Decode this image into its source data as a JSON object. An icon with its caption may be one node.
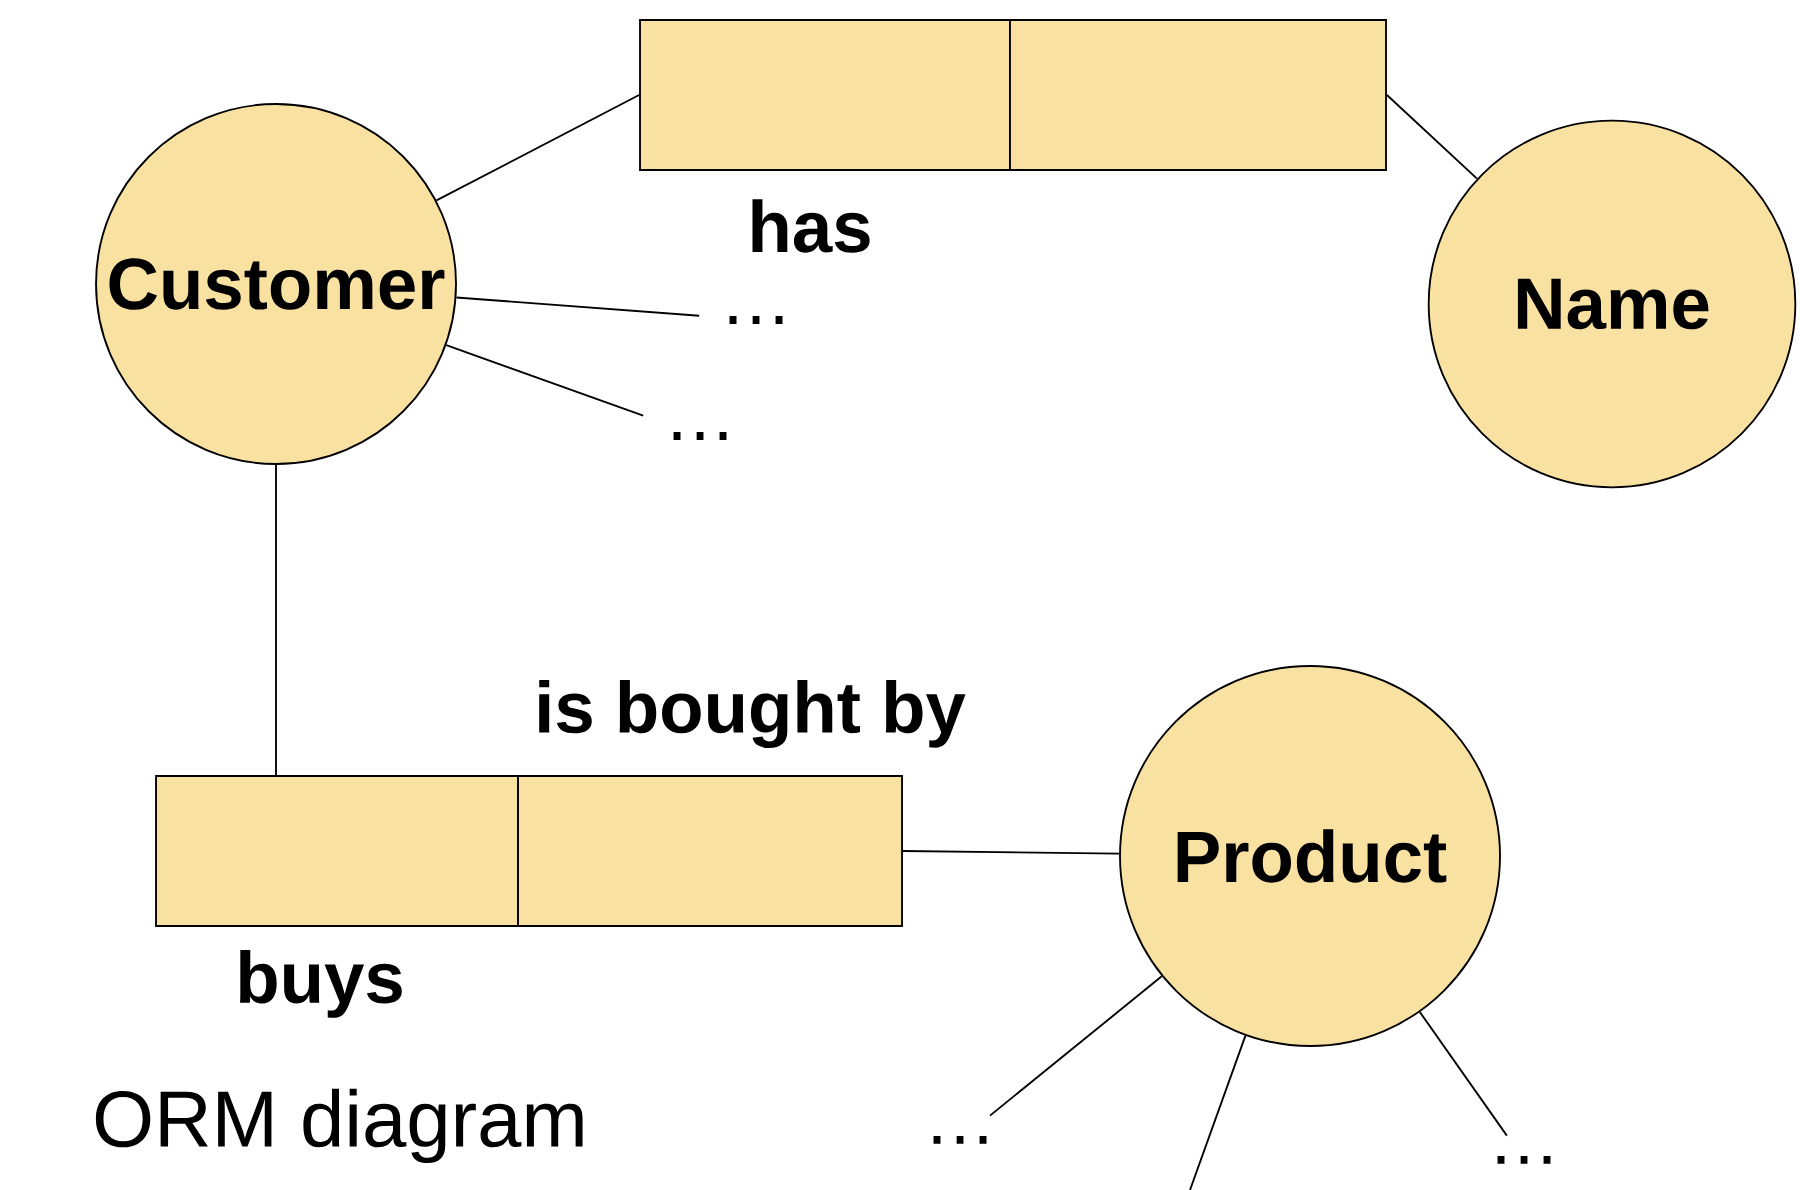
{
  "diagram": {
    "caption": "ORM diagram",
    "nodes": [
      {
        "text": [
          "Customer"
        ]
      },
      {
        "text": [],
        "shape": "box",
        "beside": [
          "has"
        ]
      },
      {
        "text": [],
        "shape": "box"
      },
      {
        "text": [
          "Name"
        ]
      },
      {
        "text": [
          "…"
        ]
      },
      {
        "text": [
          "…"
        ]
      },
      {
        "text": [],
        "shape": "box",
        "beside": [
          "buys"
        ]
      },
      {
        "text": [],
        "shape": "box",
        "beside": [
          "is bought by"
        ]
      },
      {
        "text": [
          "Product"
        ]
      },
      {
        "text": [
          "…"
        ]
      },
      {
        "text": [
          "…"
        ]
      }
    ],
    "edges": [
      {
        "from": 0,
        "to": 1,
        "arrow": "none"
      },
      {
        "from": 2,
        "to": 3,
        "arrow": "none"
      },
      {
        "from": 0,
        "to": 4,
        "arrow": "none"
      },
      {
        "from": 0,
        "to": 5,
        "arrow": "none"
      },
      {
        "from": 0,
        "to": 6,
        "arrow": "none"
      },
      {
        "from": 7,
        "to": 8,
        "arrow": "none"
      },
      {
        "from": 8,
        "to": 9,
        "arrow": "none"
      },
      {
        "from": 8,
        "to": null,
        "arrow": "none"
      },
      {
        "from": 8,
        "to": 10,
        "arrow": "none"
      }
    ]
  }
}
